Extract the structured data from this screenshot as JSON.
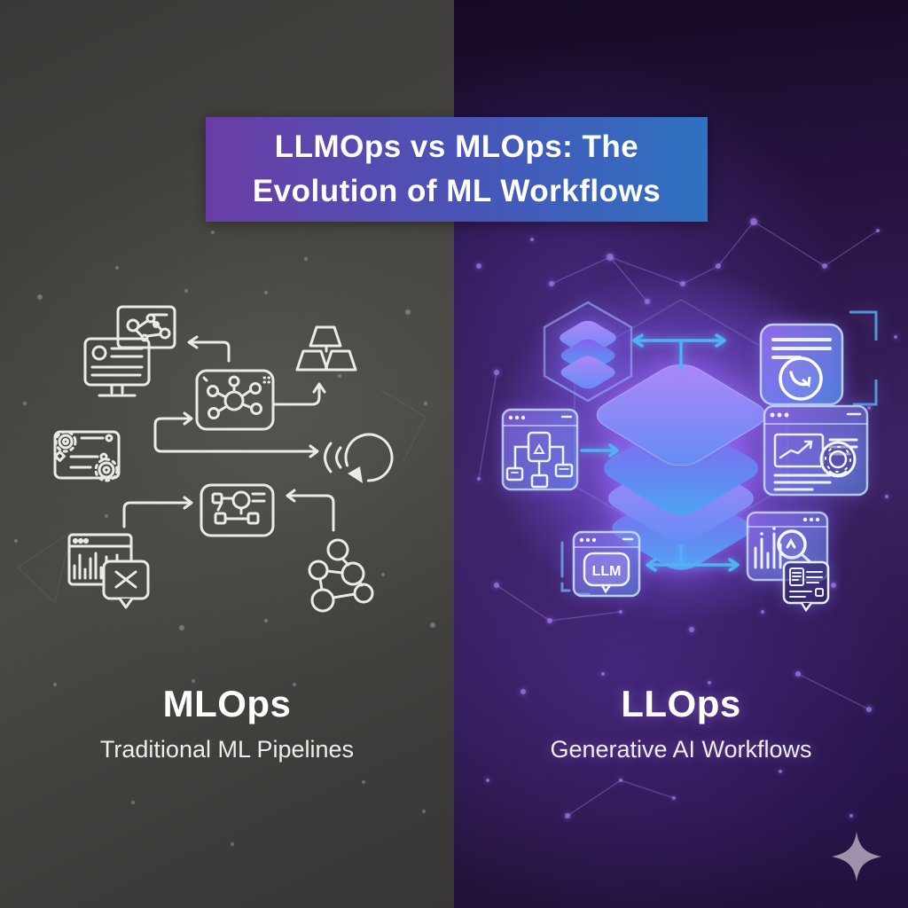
{
  "title": {
    "line1": "LLMOps vs MLOps: The",
    "line2": "Evolution of ML Workflows"
  },
  "panels": {
    "left": {
      "heading": "MLOps",
      "subheading": "Traditional ML Pipelines",
      "icons": [
        "monitor-chart",
        "molecule-card",
        "hub-network-card",
        "ingot-stack",
        "gear-config-doc",
        "retrain-loop",
        "user-flowchart-card",
        "histogram-window",
        "error-speech-bubble",
        "graph-nodes"
      ]
    },
    "right": {
      "heading": "LLOps",
      "subheading": "Generative AI Workflows",
      "llm_label": "LLM",
      "icons": [
        "hexagon-layer-stack",
        "model-layer-stack",
        "history-card",
        "flowchart-window",
        "metrics-window",
        "llm-chat-window",
        "search-analytics-window",
        "doc-speech-bubble",
        "sparkle"
      ]
    }
  },
  "colors": {
    "banner_gradient_left": "#6a3da6",
    "banner_gradient_right": "#2e72c0",
    "left_background": "#45443f",
    "right_background": "#2b1648",
    "left_icon_stroke": "#eceae4",
    "right_arrow_blue": "#4fb2f2",
    "sparkle": "#a89cb4"
  }
}
